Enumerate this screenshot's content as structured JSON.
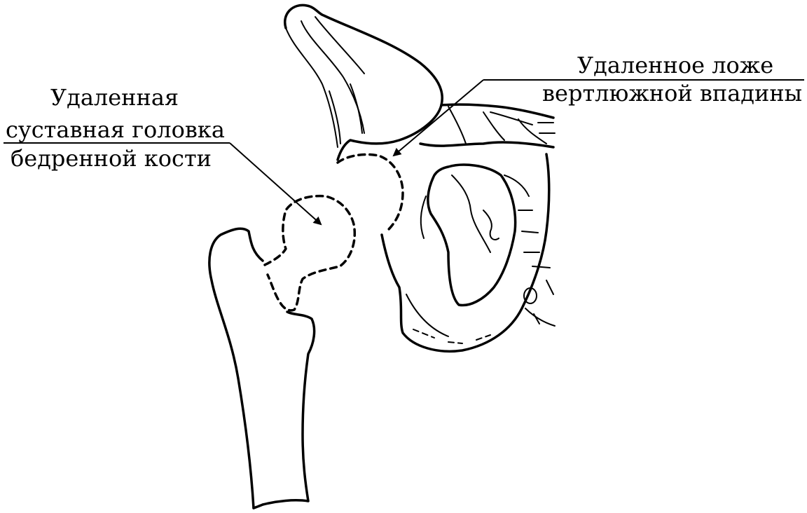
{
  "labels": {
    "femoral_head": {
      "line1": "Удаленная",
      "line2": "суставная головка",
      "line3": "бедренной кости"
    },
    "acetabulum": {
      "line1": "Удаленное ложе",
      "line2": "вертлюжной впадины"
    }
  },
  "colors": {
    "stroke": "#000000",
    "background": "#ffffff"
  }
}
